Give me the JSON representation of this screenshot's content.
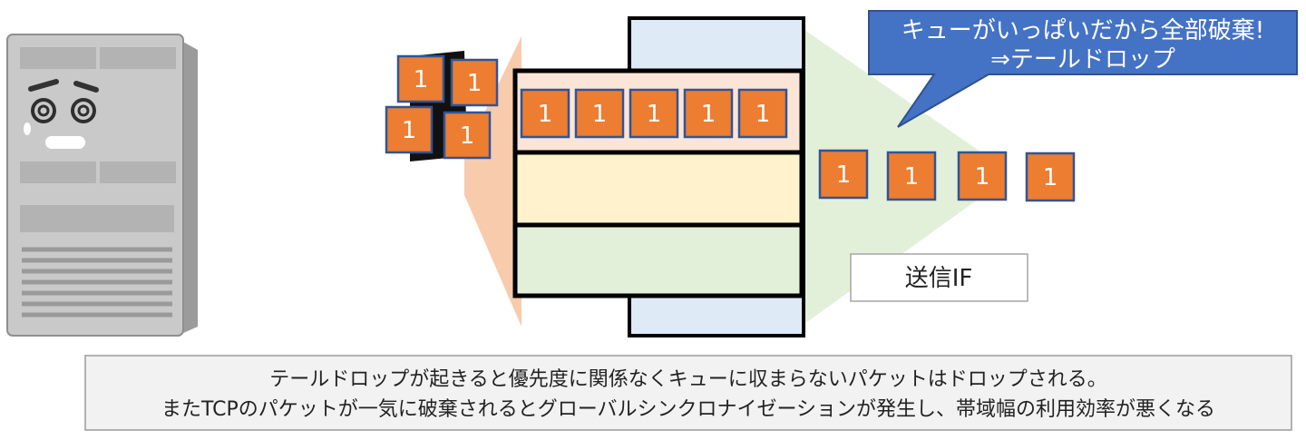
{
  "callout": {
    "line1": "キューがいっぱいだから全部破棄!",
    "line2": "⇒テールドロップ"
  },
  "interface_label": "送信IF",
  "caption": {
    "line1": "テールドロップが起きると優先度に関係なくキューに収まらないパケットはドロップされる。",
    "line2": "またTCPのパケットが一気に破棄されるとグローバルシンクロナイゼーションが発生し、帯域幅の利用効率が悪くなる"
  },
  "packet_label": "1",
  "colors": {
    "packet_fill": "#ED7D31",
    "packet_border": "#2F5597",
    "callout_fill": "#4472C4",
    "queue_top": "#FBE5D6",
    "queue_mid": "#FFF2CC",
    "queue_bottom": "#E2F0D9",
    "frame_fill": "#DEEBF7",
    "input_funnel": "#F8CBAD",
    "output_funnel": "#E2F0D9"
  },
  "packets": {
    "dropped": [
      "1",
      "1",
      "1",
      "1"
    ],
    "queued": [
      "1",
      "1",
      "1",
      "1",
      "1"
    ],
    "transmitted": [
      "1",
      "1",
      "1",
      "1"
    ]
  }
}
